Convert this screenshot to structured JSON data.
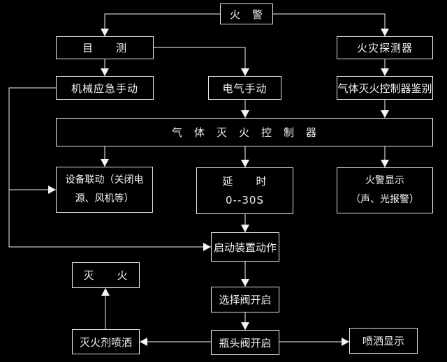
{
  "colors": {
    "background": "#000000",
    "box_border": "#e9e9e9",
    "line": "#f4f4f4",
    "text": "#f4f4f4"
  },
  "diagram": {
    "type": "flowchart",
    "language": "zh-CN",
    "nodes": {
      "fire_alarm": {
        "label": "火　警"
      },
      "visual_inspection": {
        "label": "目　　测"
      },
      "fire_detector": {
        "label": "火灾探测器"
      },
      "mechanical_manual": {
        "label": "机械应急手动"
      },
      "electrical_manual": {
        "label": "电气手动"
      },
      "controller_identify": {
        "label": "气体灭火控制器鉴别"
      },
      "gas_controller": {
        "label": "气　体　灭　火　控　制　器"
      },
      "equipment_linkage": {
        "line1": "设备联动（关闭电",
        "line2": "源、风机等）"
      },
      "delay": {
        "line1": "延　　时",
        "line2": "0--30S"
      },
      "alarm_display": {
        "line1": "火警显示",
        "line2": "（声、光报警）"
      },
      "start_device": {
        "label": "启动装置动作"
      },
      "extinguish": {
        "label": "灭　　火"
      },
      "selector_valve": {
        "label": "选择阀开启"
      },
      "agent_spray": {
        "label": "灭火剂喷洒"
      },
      "bottle_valve": {
        "label": "瓶头阀开启"
      },
      "spray_display": {
        "label": "喷洒显示"
      }
    },
    "edges": [
      {
        "from": "fire_alarm",
        "to": "visual_inspection"
      },
      {
        "from": "fire_alarm",
        "to": "fire_detector"
      },
      {
        "from": "visual_inspection",
        "to": "mechanical_manual"
      },
      {
        "from": "visual_inspection",
        "to": "electrical_manual"
      },
      {
        "from": "fire_detector",
        "to": "controller_identify"
      },
      {
        "from": "electrical_manual",
        "to": "gas_controller"
      },
      {
        "from": "controller_identify",
        "to": "gas_controller"
      },
      {
        "from": "gas_controller",
        "to": "equipment_linkage"
      },
      {
        "from": "gas_controller",
        "to": "delay"
      },
      {
        "from": "gas_controller",
        "to": "alarm_display"
      },
      {
        "from": "delay",
        "to": "start_device"
      },
      {
        "from": "mechanical_manual",
        "to": "equipment_linkage"
      },
      {
        "from": "mechanical_manual",
        "to": "start_device"
      },
      {
        "from": "start_device",
        "to": "selector_valve"
      },
      {
        "from": "selector_valve",
        "to": "bottle_valve"
      },
      {
        "from": "bottle_valve",
        "to": "agent_spray"
      },
      {
        "from": "bottle_valve",
        "to": "spray_display"
      },
      {
        "from": "agent_spray",
        "to": "extinguish"
      }
    ]
  }
}
